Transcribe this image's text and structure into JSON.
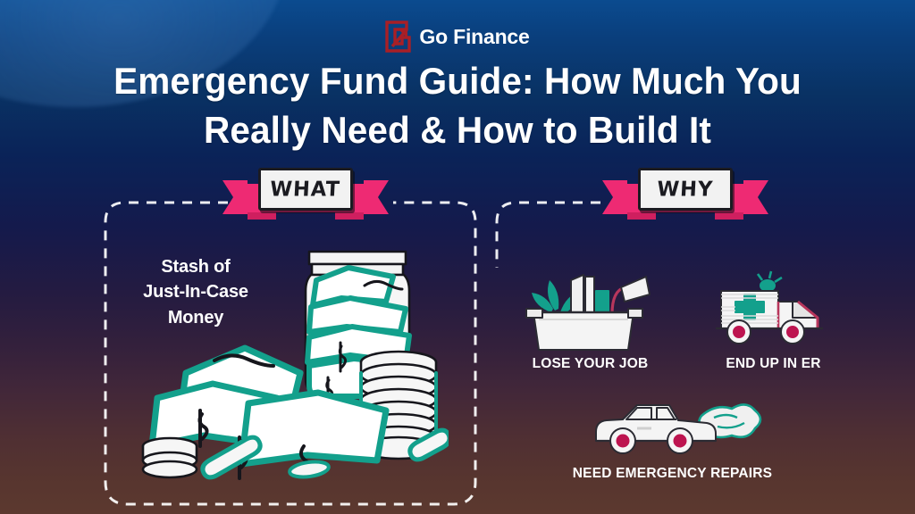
{
  "brand": {
    "name": "Go Finance",
    "logo_icon": "go-finance-arrow-logo",
    "logo_color": "#a81f26"
  },
  "title": {
    "line1": "Emergency Fund Guide: How Much You",
    "line2": "Really Need & How to Build It"
  },
  "sections": {
    "what": {
      "banner_label": "WHAT",
      "heading_line1": "Stash of",
      "heading_line2": "Just-In-Case",
      "heading_line3": "Money",
      "illustration_icon": "money-jar-cash-coins-icon"
    },
    "why": {
      "banner_label": "WHY",
      "items": [
        {
          "label": "LOSE YOUR JOB",
          "icon": "packed-desk-box-icon"
        },
        {
          "label": "END UP IN ER",
          "icon": "ambulance-icon"
        },
        {
          "label": "NEED EMERGENCY REPAIRS",
          "icon": "broken-car-smoke-icon"
        }
      ]
    }
  },
  "colors": {
    "background_top": "#0b4b8f",
    "background_mid": "#1c1a47",
    "background_bottom": "#5c392f",
    "ribbon_pink": "#ee2a73",
    "accent_teal": "#13a08c",
    "label_box": "#f2f2f2",
    "ink": "#1b1b21",
    "wheel_red": "#bd1550",
    "text": "#ffffff"
  }
}
